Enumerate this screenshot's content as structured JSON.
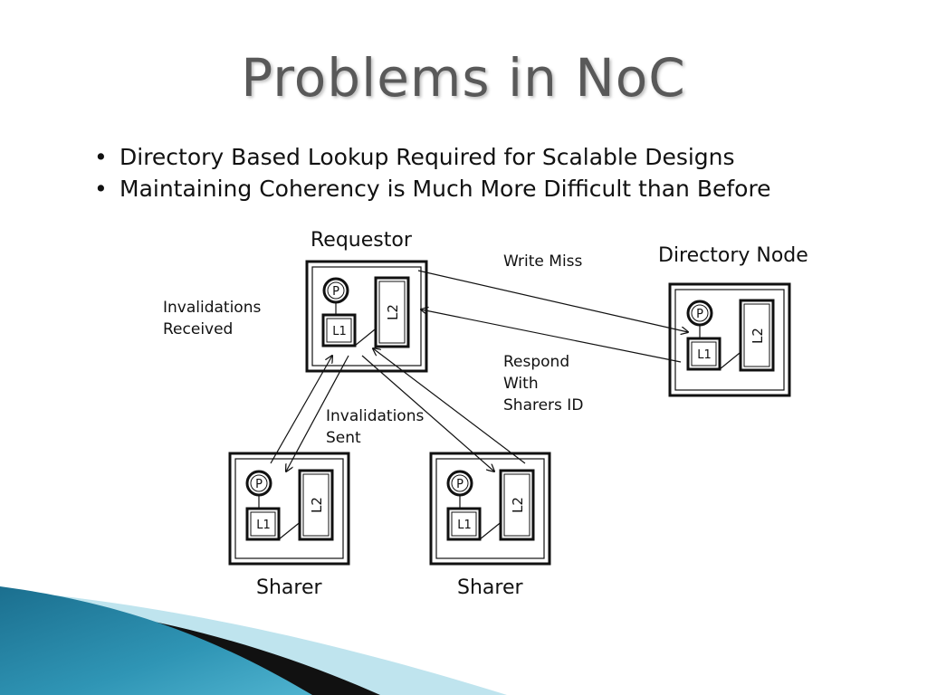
{
  "slide": {
    "title": "Problems in NoC",
    "bullets": [
      "Directory Based Lookup Required for Scalable Designs",
      "Maintaining Coherency is Much More Difficult than Before"
    ]
  },
  "diagram": {
    "node_labels": {
      "requestor": "Requestor",
      "directory": "Directory Node",
      "sharer_left": "Sharer",
      "sharer_right": "Sharer"
    },
    "node_parts": {
      "processor": "P",
      "l1": "L1",
      "l2": "L2"
    },
    "annotations": {
      "write_miss": "Write Miss",
      "respond": [
        "Respond",
        "With",
        "Sharers ID"
      ],
      "inval_received": [
        "Invalidations",
        "Received"
      ],
      "inval_sent": [
        "Invalidations",
        "Sent"
      ]
    }
  },
  "decoration": {
    "corner_colors": [
      "#1b6f8f",
      "#4fb3cf",
      "#bfe4ee",
      "#111111"
    ]
  }
}
